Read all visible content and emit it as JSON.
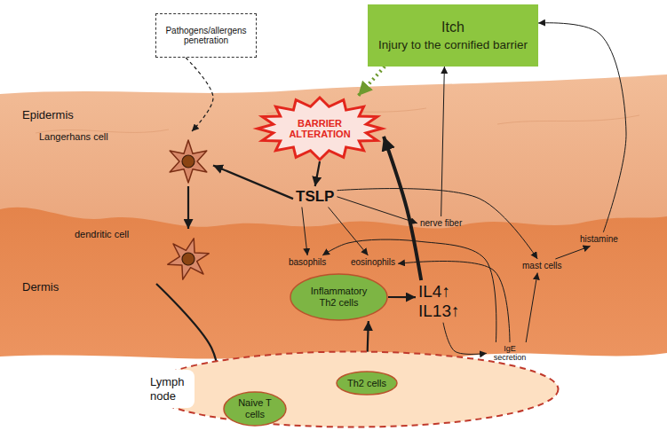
{
  "diagram": {
    "nodes": [
      {
        "text": [
          "Pathogens/allergens penetration"
        ]
      },
      {
        "text": [
          "Itch",
          "Injury to the cornified barrier"
        ]
      },
      {
        "text": [
          "BARRIER ALTERATION"
        ]
      },
      {
        "text": [
          "Langerhans cell"
        ]
      },
      {
        "text": [
          "TSLP"
        ]
      },
      {
        "text": [
          "nerve fiber"
        ]
      },
      {
        "text": [
          "basophils"
        ]
      },
      {
        "text": [
          "eosinophils"
        ]
      },
      {
        "text": [
          "mast cells"
        ]
      },
      {
        "text": [
          "histamine"
        ]
      },
      {
        "text": [
          "Inflammatory Th2 cells"
        ]
      },
      {
        "text": [
          "IL4↑ IL13↑"
        ]
      },
      {
        "text": [
          "dendritic cell"
        ]
      },
      {
        "text": [
          "IgE secretion"
        ]
      },
      {
        "text": [
          "Lymph node"
        ]
      },
      {
        "text": [
          "Th2 cells"
        ],
        "in": 14
      },
      {
        "text": [
          "Naive T cells"
        ],
        "in": 14
      }
    ],
    "edges": [
      {
        "from": 0,
        "to": 3,
        "arrow": "to"
      },
      {
        "from": 1,
        "to": 2,
        "arrow": "to"
      },
      {
        "from": 2,
        "to": 4,
        "arrow": "to"
      },
      {
        "from": 4,
        "to": 3,
        "arrow": "to"
      },
      {
        "from": 3,
        "to": 12,
        "arrow": "to"
      },
      {
        "from": 12,
        "to": 16,
        "arrow": "to"
      },
      {
        "from": 16,
        "to": 15,
        "arrow": "to"
      },
      {
        "from": 15,
        "to": 10,
        "arrow": "to"
      },
      {
        "from": 10,
        "to": 11,
        "arrow": "to"
      },
      {
        "from": 11,
        "to": 2,
        "arrow": "to"
      },
      {
        "from": 4,
        "to": 6,
        "arrow": "to"
      },
      {
        "from": 4,
        "to": 7,
        "arrow": "to"
      },
      {
        "from": 4,
        "to": 5,
        "arrow": "to"
      },
      {
        "from": 4,
        "to": 8,
        "arrow": "to"
      },
      {
        "from": 11,
        "to": 13,
        "arrow": "to"
      },
      {
        "from": 13,
        "to": 6,
        "arrow": "to"
      },
      {
        "from": 13,
        "to": 7,
        "arrow": "to"
      },
      {
        "from": 13,
        "to": 8,
        "arrow": "to"
      },
      {
        "from": 8,
        "to": 9,
        "arrow": "to"
      },
      {
        "from": 9,
        "to": 1,
        "arrow": "to"
      },
      {
        "from": 5,
        "to": 1,
        "arrow": "to"
      }
    ],
    "labels": [
      "Epidermis",
      "Dermis"
    ]
  }
}
